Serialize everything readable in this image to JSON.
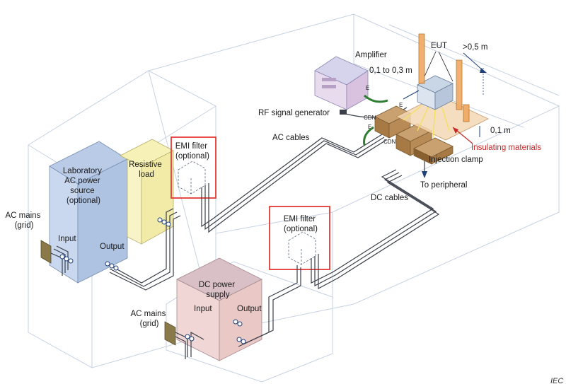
{
  "labels": {
    "lab_ac_source": [
      "Laboratory",
      "AC power",
      "source",
      "(optional)"
    ],
    "resistive_load": [
      "Resistive",
      "load"
    ],
    "emi_filter_1": [
      "EMI filter",
      "(optional)"
    ],
    "emi_filter_2": [
      "EMI filter",
      "(optional)"
    ],
    "dc_power_supply": [
      "DC power",
      "supply"
    ],
    "ac_mains_1": [
      "AC mains",
      "(grid)"
    ],
    "ac_mains_2": [
      "AC mains",
      "(grid)"
    ],
    "input_1": "Input",
    "output_1": "Output",
    "input_2": "Input",
    "output_2": "Output",
    "ac_cables": "AC cables",
    "dc_cables": "DC cables",
    "amplifier": "Amplifier",
    "rf_signal_generator": "RF signal generator",
    "eut": "EUT",
    "dist_far": ">0,5 m",
    "dist_range": "0,1 to 0,3 m",
    "dist_near": "0,1 m",
    "insulating_materials": "Insulating materials",
    "injection_clamp": "Injection clamp",
    "to_peripheral": "To peripheral",
    "cdn_1": "CDN",
    "cdn_2": "CDN",
    "e_1": "E",
    "e_2": "E",
    "e_3": "E",
    "corner_mark": "IEC"
  },
  "colors": {
    "highlight_box": "#e53935",
    "insulating_label": "#c62828",
    "room_lines": "#c6d2e2",
    "cable_dark": "#3a3f4a",
    "ground_lead": "#2e7d32"
  }
}
